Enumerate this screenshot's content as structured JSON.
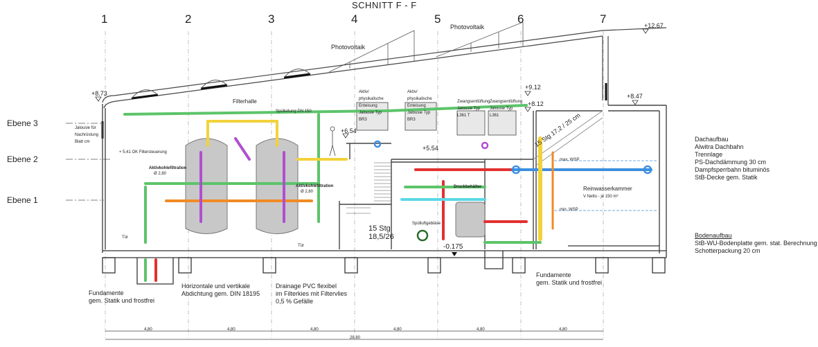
{
  "title": "SCHNITT F - F",
  "axes": [
    "1",
    "2",
    "3",
    "4",
    "5",
    "6",
    "7"
  ],
  "levels": {
    "ebene3": "Ebene 3",
    "ebene2": "Ebene 2",
    "ebene1": "Ebene 1"
  },
  "roof": {
    "photovoltaik_top": "Photovoltaik",
    "photovoltaik_mid": "Photovoltaik",
    "elev_1267": "+12.67",
    "elev_873": "+8.73",
    "elev_912": "+9.12",
    "elev_812": "+8.12",
    "elev_847": "+8.47"
  },
  "interior": {
    "filterhalle": "Filterhalle",
    "spuelleitung": "Spülleitung DN 150",
    "aktivkohle_left": "Aktivkohlefiltration",
    "aktivkohle_left_sub": "Ø 2,80",
    "aktivkohle_right": "Aktivkohlefiltration",
    "aktivkohle_right_sub": "Ø 2,80",
    "elev_654": "+6.54",
    "elev_554": "+5.54",
    "elev_m0175": "-0.175",
    "stair_1": "15 Stg",
    "stair_2": "18,5/26",
    "drucktank": "Druckbehälter",
    "spuelluft": "Spülluftgebläse",
    "reinwasser": "Reinwasserkammer",
    "reinwasser_vol": "V Netto - je 150 m³",
    "treppe_diag": "15 Stg 17,2 / 25 cm",
    "tuer_left": "Tür",
    "tuer_right": "Tür",
    "min_wsp": "min. WSP",
    "max_wsp": "max. WSP",
    "aktiv_phys_1": "Aktiv/ physikalische Enteisung Jalousie Typ BR3",
    "aktiv_phys_2": "Aktiv/ physikalische Enteisung Jalousie Typ BR3",
    "zwang_1": "Zwangsentlüftung Jalousie Typ L361 T",
    "zwang_2": "Zwangsentlüftung Jalousie Typ L361",
    "jalousie_left": "Jalousie für Nachrüstung Blatt cm",
    "filtersteuerung": "+ 5,41 OK Filtersteuerung"
  },
  "annotations": {
    "dachaufbau": [
      "Dachaufbau",
      "Alwitra Dachbahn",
      "Trennlage",
      "PS-Dachdämmung 30 cm",
      "Dampfsperrbahn bituminös",
      "StB-Decke gem. Statik"
    ],
    "bodenaufbau": [
      "Bodenaufbau",
      "StB-WU-Bodenplatte gem. stat. Berechnung",
      "Schotterpackung 20 cm"
    ],
    "fundamente_left": [
      "Fundamente",
      "gem. Statik und frostfrei"
    ],
    "abdichtung": [
      "Horizontale und vertikale",
      "Abdichtung gem. DIN 18195"
    ],
    "drainage": [
      "Drainage PVC flexibel",
      "im Filterkies mit Filtervlies",
      "0,5 % Gefälle"
    ],
    "fundamente_right": [
      "Fundamente",
      "gem. Statik und frostfrei"
    ]
  },
  "dims": {
    "d1": "4,80",
    "d2": "4,80",
    "d3": "4,80",
    "d4": "4,80",
    "d5": "4,80",
    "d6": "4,80",
    "total": "28,80"
  },
  "colors": {
    "green": "#5cc46a",
    "yellow": "#f2d23a",
    "orange": "#f08a24",
    "purple": "#b04fd0",
    "blue": "#3b8fe0",
    "red": "#e23030",
    "cyan": "#5ad8e6",
    "tank": "#c8c8c8",
    "wall": "#555555"
  }
}
